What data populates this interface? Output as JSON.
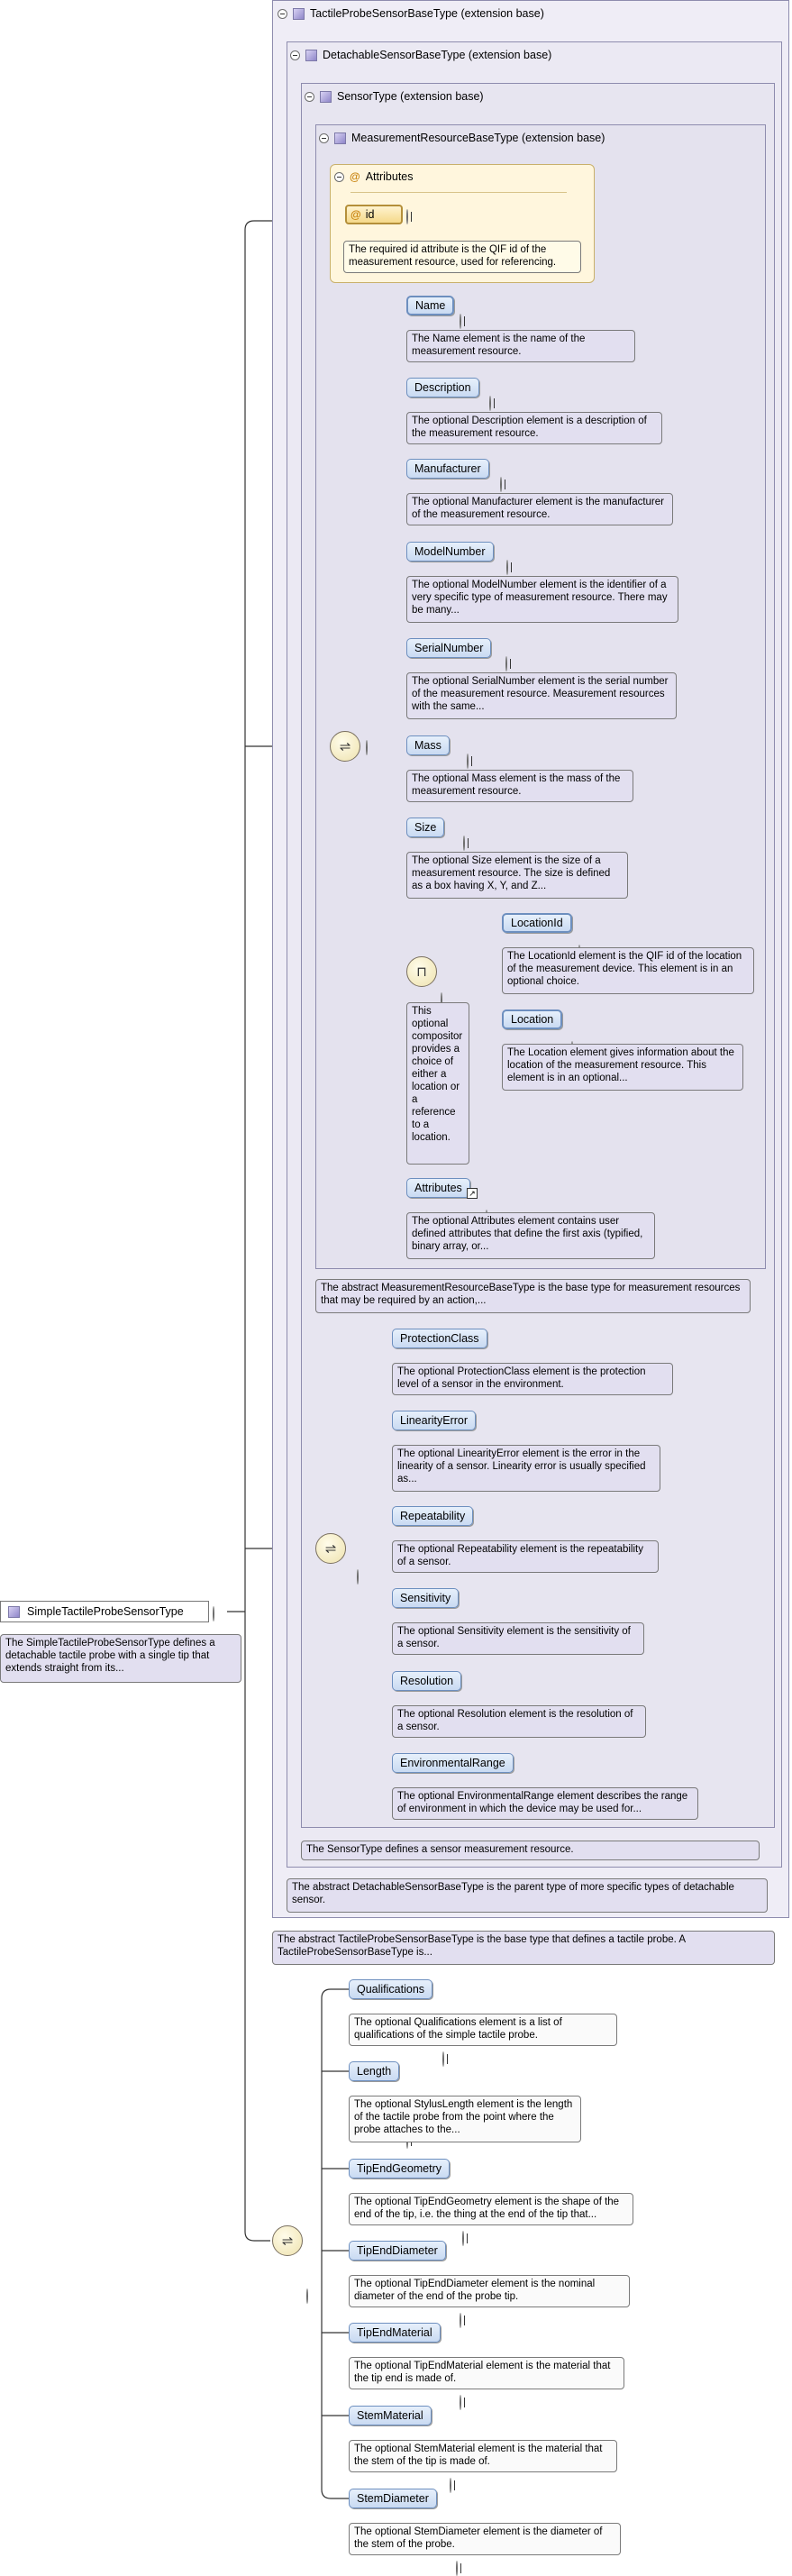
{
  "root": {
    "title": "SimpleTactileProbeSensorType",
    "note": "The SimpleTactileProbeSensorType defines a detachable tactile probe with a single tip that extends straight from its..."
  },
  "extensions": {
    "tactile": {
      "title": "TactileProbeSensorBaseType (extension base)",
      "note": "The abstract TactileProbeSensorBaseType is the base type that defines a tactile probe. A TactileProbeSensorBaseType is..."
    },
    "detachable": {
      "title": "DetachableSensorBaseType (extension base)",
      "note": "The abstract DetachableSensorBaseType is the parent type of more specific types of detachable sensor."
    },
    "sensor": {
      "title": "SensorType (extension base)",
      "note": "The SensorType defines a sensor measurement resource."
    },
    "measurement": {
      "title": "MeasurementResourceBaseType (extension base)",
      "note": "The abstract MeasurementResourceBaseType is the base type for measurement resources that may be required by an action,..."
    }
  },
  "attributes": {
    "title": "Attributes",
    "id_label": "id",
    "id_note": "The required id attribute is the QIF id of the measurement resource, used for referencing."
  },
  "measurement_elements": [
    {
      "label": "Name",
      "note": "The Name element is the name of the measurement resource."
    },
    {
      "label": "Description",
      "note": "The optional Description element is a description of the measurement resource."
    },
    {
      "label": "Manufacturer",
      "note": "The optional Manufacturer element is the manufacturer of the measurement resource."
    },
    {
      "label": "ModelNumber",
      "note": "The optional ModelNumber element is the identifier of a very specific type of measurement resource. There may be many..."
    },
    {
      "label": "SerialNumber",
      "note": "The optional SerialNumber element is the serial number of the measurement resource. Measurement resources with the same..."
    },
    {
      "label": "Mass",
      "note": "The optional Mass element is the mass of the measurement resource."
    },
    {
      "label": "Size",
      "note": "The optional Size element is the size of a measurement resource. The size is defined as a box having X, Y, and Z..."
    }
  ],
  "choice": {
    "note": "This optional compositor provides a choice of either a location or a reference to a location.",
    "elements": [
      {
        "label": "LocationId",
        "note": "The LocationId element is the QIF id of the location of the measurement device. This element is in an optional choice."
      },
      {
        "label": "Location",
        "note": "The Location element gives information about the location of the measurement resource. This element is in an optional..."
      }
    ]
  },
  "measurement_attributes_elem": {
    "label": "Attributes",
    "note": "The optional Attributes element contains user defined attributes that define the first axis (typified, binary array, or..."
  },
  "sensor_elements": [
    {
      "label": "ProtectionClass",
      "note": "The optional ProtectionClass element is the protection level of a sensor in the environment."
    },
    {
      "label": "LinearityError",
      "note": "The optional LinearityError element is the error in the linearity of a sensor. Linearity error is usually specified as..."
    },
    {
      "label": "Repeatability",
      "note": "The optional Repeatability element is the repeatability of a sensor."
    },
    {
      "label": "Sensitivity",
      "note": "The optional Sensitivity element is the sensitivity of a sensor."
    },
    {
      "label": "Resolution",
      "note": "The optional Resolution element is the resolution of a sensor."
    },
    {
      "label": "EnvironmentalRange",
      "note": "The optional EnvironmentalRange element describes the range of environment in which the device may be used for..."
    }
  ],
  "probe_elements": [
    {
      "label": "Qualifications",
      "note": "The optional Qualifications element is a list of qualifications of the simple tactile probe."
    },
    {
      "label": "Length",
      "note": "The optional StylusLength element is the length of the tactile probe from the point where the probe attaches to the..."
    },
    {
      "label": "TipEndGeometry",
      "note": "The optional TipEndGeometry element is the shape of the end of the tip, i.e. the thing at the end of the tip that..."
    },
    {
      "label": "TipEndDiameter",
      "note": "The optional TipEndDiameter element is the nominal diameter of the end of the probe tip."
    },
    {
      "label": "TipEndMaterial",
      "note": "The optional TipEndMaterial element is the material that the tip end is made of."
    },
    {
      "label": "StemMaterial",
      "note": "The optional StemMaterial element is the material that the stem of the tip is made of."
    },
    {
      "label": "StemDiameter",
      "note": "The optional StemDiameter element is the diameter of the stem of the probe."
    }
  ]
}
